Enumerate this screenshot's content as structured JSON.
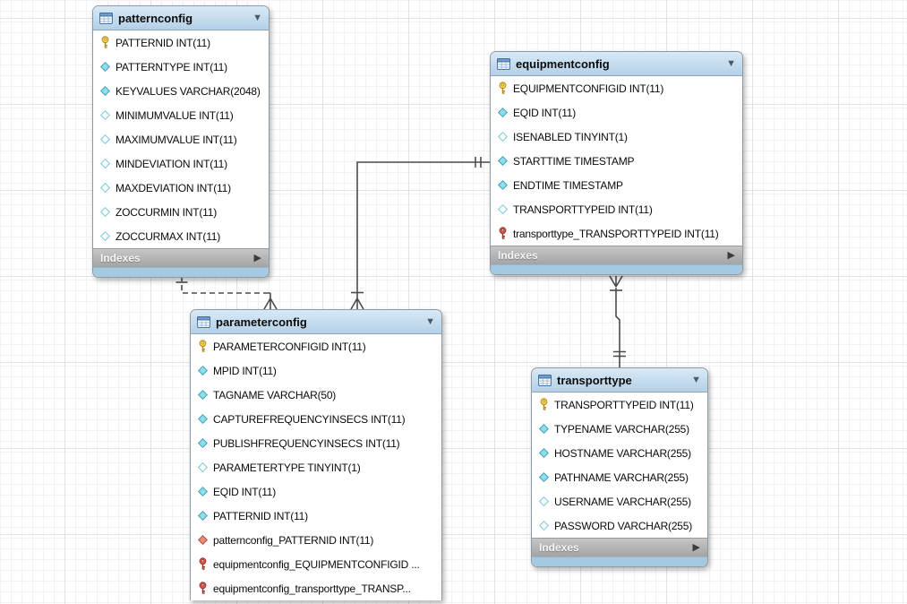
{
  "diagram": {
    "kind": "EER database diagram",
    "glyphs": {
      "collapse": "▼",
      "expand": "▶"
    },
    "colors": {
      "header_blue": "#bed8ec",
      "footer_gray": "#b4b4b4",
      "bottom_strip_blue": "#a6c9e2",
      "primary_key_yellow": "#fcd24c",
      "foreign_key_red": "#dd5b4d",
      "attribute_cyan": "#8edeed",
      "attribute_red": "#ee8a7c",
      "line_gray": "#4b4b4b"
    },
    "tables": [
      {
        "title": "patternconfig",
        "footer": "Indexes",
        "columns": [
          {
            "icon": "primary-key-icon",
            "text": "PATTERNID INT(11)"
          },
          {
            "icon": "attribute-filled-icon",
            "text": "PATTERNTYPE INT(11)"
          },
          {
            "icon": "attribute-filled-icon",
            "text": "KEYVALUES VARCHAR(2048)"
          },
          {
            "icon": "attribute-hollow-icon",
            "text": "MINIMUMVALUE INT(11)"
          },
          {
            "icon": "attribute-hollow-icon",
            "text": "MAXIMUMVALUE INT(11)"
          },
          {
            "icon": "attribute-hollow-icon",
            "text": "MINDEVIATION INT(11)"
          },
          {
            "icon": "attribute-hollow-icon",
            "text": "MAXDEVIATION INT(11)"
          },
          {
            "icon": "attribute-hollow-icon",
            "text": "ZOCCURMIN INT(11)"
          },
          {
            "icon": "attribute-hollow-icon",
            "text": "ZOCCURMAX INT(11)"
          }
        ]
      },
      {
        "title": "equipmentconfig",
        "footer": "Indexes",
        "columns": [
          {
            "icon": "primary-key-icon",
            "text": "EQUIPMENTCONFIGID INT(11)"
          },
          {
            "icon": "attribute-filled-icon",
            "text": "EQID INT(11)"
          },
          {
            "icon": "attribute-hollow-icon",
            "text": "ISENABLED TINYINT(1)"
          },
          {
            "icon": "attribute-filled-icon",
            "text": "STARTTIME TIMESTAMP"
          },
          {
            "icon": "attribute-filled-icon",
            "text": "ENDTIME TIMESTAMP"
          },
          {
            "icon": "attribute-hollow-icon",
            "text": "TRANSPORTTYPEID INT(11)"
          },
          {
            "icon": "foreign-key-icon",
            "text": "transporttype_TRANSPORTTYPEID INT(11)"
          }
        ]
      },
      {
        "title": "parameterconfig",
        "footer": null,
        "columns": [
          {
            "icon": "primary-key-icon",
            "text": "PARAMETERCONFIGID INT(11)"
          },
          {
            "icon": "attribute-filled-icon",
            "text": "MPID INT(11)"
          },
          {
            "icon": "attribute-filled-icon",
            "text": "TAGNAME VARCHAR(50)"
          },
          {
            "icon": "attribute-filled-icon",
            "text": "CAPTUREFREQUENCYINSECS INT(11)"
          },
          {
            "icon": "attribute-filled-icon",
            "text": "PUBLISHFREQUENCYINSECS INT(11)"
          },
          {
            "icon": "attribute-hollow-icon",
            "text": "PARAMETERTYPE TINYINT(1)"
          },
          {
            "icon": "attribute-filled-icon",
            "text": "EQID INT(11)"
          },
          {
            "icon": "attribute-filled-icon",
            "text": "PATTERNID INT(11)"
          },
          {
            "icon": "foreign-attribute-icon",
            "text": "patternconfig_PATTERNID INT(11)"
          },
          {
            "icon": "foreign-key-icon",
            "text": "equipmentconfig_EQUIPMENTCONFIGID ..."
          },
          {
            "icon": "foreign-key-icon",
            "text": "equipmentconfig_transporttype_TRANSP..."
          }
        ]
      },
      {
        "title": "transporttype",
        "footer": "Indexes",
        "columns": [
          {
            "icon": "primary-key-icon",
            "text": "TRANSPORTTYPEID INT(11)"
          },
          {
            "icon": "attribute-filled-icon",
            "text": "TYPENAME VARCHAR(255)"
          },
          {
            "icon": "attribute-filled-icon",
            "text": "HOSTNAME VARCHAR(255)"
          },
          {
            "icon": "attribute-filled-icon",
            "text": "PATHNAME VARCHAR(255)"
          },
          {
            "icon": "attribute-hollow-icon",
            "text": "USERNAME VARCHAR(255)"
          },
          {
            "icon": "attribute-hollow-icon",
            "text": "PASSWORD VARCHAR(255)"
          }
        ]
      }
    ],
    "relationships": [
      {
        "from": "patternconfig",
        "to": "parameterconfig",
        "style": "dashed",
        "from_cardinality": "one",
        "to_cardinality": "many"
      },
      {
        "from": "equipmentconfig",
        "to": "parameterconfig",
        "style": "solid",
        "from_cardinality": "exactly-one",
        "to_cardinality": "many"
      },
      {
        "from": "transporttype",
        "to": "equipmentconfig",
        "style": "solid",
        "from_cardinality": "exactly-one",
        "to_cardinality": "many"
      }
    ]
  }
}
